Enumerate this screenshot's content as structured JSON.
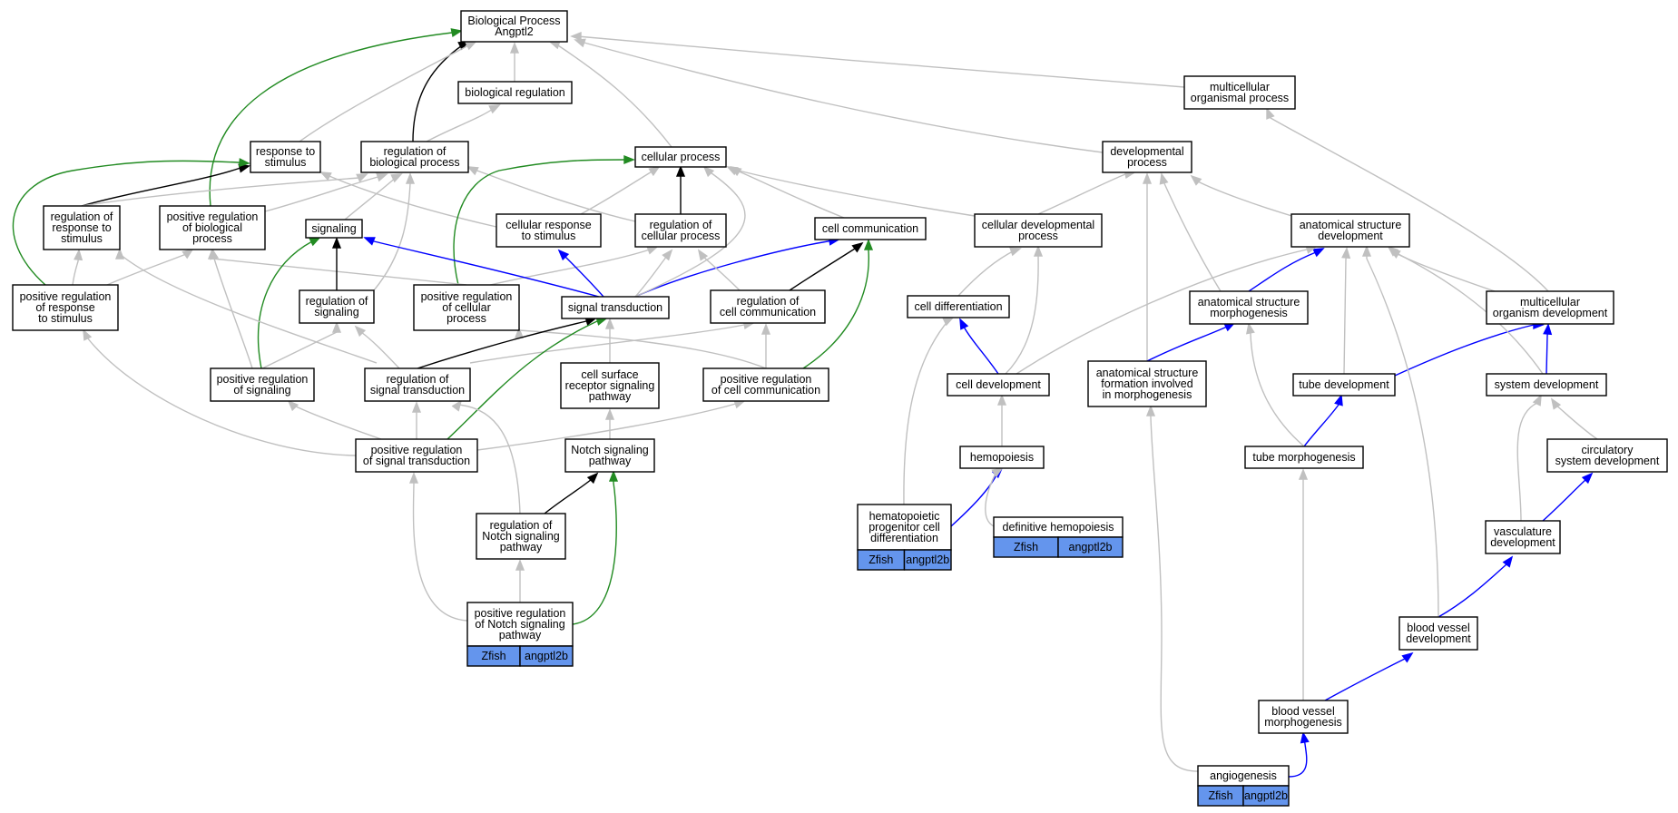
{
  "colors": {
    "is_a": "#c0c0c0",
    "part_of": "#000000",
    "positively_regulates": "#228b22",
    "regulates": "#000000",
    "annotation": "#0000ff",
    "species_cell": "#6495ed"
  },
  "nodes": [
    {
      "id": "bp",
      "lines": [
        "Biological Process",
        "Angptl2"
      ]
    },
    {
      "id": "biolreg",
      "lines": [
        "biological regulation"
      ]
    },
    {
      "id": "multiproc",
      "lines": [
        "multicellular",
        "organismal process"
      ]
    },
    {
      "id": "resp",
      "lines": [
        "response to",
        "stimulus"
      ]
    },
    {
      "id": "regbio",
      "lines": [
        "regulation of",
        "biological process"
      ]
    },
    {
      "id": "cellproc",
      "lines": [
        "cellular process"
      ]
    },
    {
      "id": "devproc",
      "lines": [
        "developmental",
        "process"
      ]
    },
    {
      "id": "regresp",
      "lines": [
        "regulation of",
        "response to",
        "stimulus"
      ]
    },
    {
      "id": "posregbio",
      "lines": [
        "positive regulation",
        "of biological",
        "process"
      ]
    },
    {
      "id": "signaling",
      "lines": [
        "signaling"
      ]
    },
    {
      "id": "cellresp",
      "lines": [
        "cellular response",
        "to stimulus"
      ]
    },
    {
      "id": "regcell",
      "lines": [
        "regulation of",
        "cellular process"
      ]
    },
    {
      "id": "cellcomm",
      "lines": [
        "cell communication"
      ]
    },
    {
      "id": "celldevproc",
      "lines": [
        "cellular developmental",
        "process"
      ]
    },
    {
      "id": "anatdev",
      "lines": [
        "anatomical structure",
        "development"
      ]
    },
    {
      "id": "posregresp",
      "lines": [
        "positive regulation",
        "of response",
        "to stimulus"
      ]
    },
    {
      "id": "regsig",
      "lines": [
        "regulation of",
        "signaling"
      ]
    },
    {
      "id": "posregcell",
      "lines": [
        "positive regulation",
        "of cellular",
        "process"
      ]
    },
    {
      "id": "sigtrans",
      "lines": [
        "signal transduction"
      ]
    },
    {
      "id": "regcellcomm",
      "lines": [
        "regulation of",
        "cell communication"
      ]
    },
    {
      "id": "celldiff",
      "lines": [
        "cell differentiation"
      ]
    },
    {
      "id": "anatmorph",
      "lines": [
        "anatomical structure",
        "morphogenesis"
      ]
    },
    {
      "id": "multidev",
      "lines": [
        "multicellular",
        "organism development"
      ]
    },
    {
      "id": "posregsig",
      "lines": [
        "positive regulation",
        "of signaling"
      ]
    },
    {
      "id": "regsigtrans",
      "lines": [
        "regulation of",
        "signal transduction"
      ]
    },
    {
      "id": "csrsp",
      "lines": [
        "cell surface",
        "receptor signaling",
        "pathway"
      ]
    },
    {
      "id": "posregcellcomm",
      "lines": [
        "positive regulation",
        "of cell communication"
      ]
    },
    {
      "id": "celldev",
      "lines": [
        "cell development"
      ]
    },
    {
      "id": "asfim",
      "lines": [
        "anatomical structure",
        "formation involved",
        "in morphogenesis"
      ]
    },
    {
      "id": "tubedev",
      "lines": [
        "tube development"
      ]
    },
    {
      "id": "sysdev",
      "lines": [
        "system development"
      ]
    },
    {
      "id": "posregsigtrans",
      "lines": [
        "positive regulation",
        "of signal transduction"
      ]
    },
    {
      "id": "notch",
      "lines": [
        "Notch signaling",
        "pathway"
      ]
    },
    {
      "id": "hemo",
      "lines": [
        "hemopoiesis"
      ]
    },
    {
      "id": "tubemorph",
      "lines": [
        "tube morphogenesis"
      ]
    },
    {
      "id": "circsys",
      "lines": [
        "circulatory",
        "system development"
      ]
    },
    {
      "id": "regnotch",
      "lines": [
        "regulation of",
        "Notch signaling",
        "pathway"
      ]
    },
    {
      "id": "hpcd",
      "lines": [
        "hematopoietic",
        "progenitor cell",
        "differentiation"
      ],
      "cells": [
        "Zfish",
        "angptl2b"
      ]
    },
    {
      "id": "defhemo",
      "lines": [
        "definitive hemopoiesis"
      ],
      "cells": [
        "Zfish",
        "angptl2b"
      ]
    },
    {
      "id": "vasc",
      "lines": [
        "vasculature",
        "development"
      ]
    },
    {
      "id": "posregnotch",
      "lines": [
        "positive regulation",
        "of Notch signaling",
        "pathway"
      ],
      "cells": [
        "Zfish",
        "angptl2b"
      ]
    },
    {
      "id": "bvdev",
      "lines": [
        "blood vessel",
        "development"
      ]
    },
    {
      "id": "bvmorph",
      "lines": [
        "blood vessel",
        "morphogenesis"
      ]
    },
    {
      "id": "angio",
      "lines": [
        "angiogenesis"
      ],
      "cells": [
        "Zfish",
        "angptl2b"
      ]
    }
  ],
  "edges": [
    {
      "from": "biolreg",
      "to": "bp",
      "kind": "is_a"
    },
    {
      "from": "regbio",
      "to": "bp",
      "kind": "part_of"
    },
    {
      "from": "resp",
      "to": "bp",
      "kind": "is_a"
    },
    {
      "from": "cellproc",
      "to": "bp",
      "kind": "is_a"
    },
    {
      "from": "multiproc",
      "to": "bp",
      "kind": "is_a"
    },
    {
      "from": "devproc",
      "to": "bp",
      "kind": "is_a"
    },
    {
      "from": "posregbio",
      "to": "bp",
      "kind": "positively_regulates"
    },
    {
      "from": "regbio",
      "to": "biolreg",
      "kind": "is_a"
    },
    {
      "from": "regresp",
      "to": "resp",
      "kind": "regulates"
    },
    {
      "from": "regresp",
      "to": "regbio",
      "kind": "is_a"
    },
    {
      "from": "posregresp",
      "to": "resp",
      "kind": "positively_regulates"
    },
    {
      "from": "posregresp",
      "to": "regresp",
      "kind": "is_a"
    },
    {
      "from": "posregresp",
      "to": "posregbio",
      "kind": "is_a"
    },
    {
      "from": "posregbio",
      "to": "regbio",
      "kind": "is_a"
    },
    {
      "from": "cellresp",
      "to": "resp",
      "kind": "is_a"
    },
    {
      "from": "cellresp",
      "to": "cellproc",
      "kind": "is_a"
    },
    {
      "from": "regcell",
      "to": "cellproc",
      "kind": "part_of"
    },
    {
      "from": "regcell",
      "to": "regbio",
      "kind": "is_a"
    },
    {
      "from": "cellcomm",
      "to": "cellproc",
      "kind": "is_a"
    },
    {
      "from": "posregcell",
      "to": "cellproc",
      "kind": "positively_regulates"
    },
    {
      "from": "posregcell",
      "to": "posregbio",
      "kind": "is_a"
    },
    {
      "from": "posregcell",
      "to": "regcell",
      "kind": "is_a"
    },
    {
      "from": "signaling",
      "to": "regbio",
      "kind": "is_a"
    },
    {
      "from": "regsig",
      "to": "signaling",
      "kind": "regulates"
    },
    {
      "from": "regsig",
      "to": "regbio",
      "kind": "is_a"
    },
    {
      "from": "posregsig",
      "to": "signaling",
      "kind": "positively_regulates"
    },
    {
      "from": "posregsig",
      "to": "regsig",
      "kind": "is_a"
    },
    {
      "from": "posregsig",
      "to": "posregbio",
      "kind": "is_a"
    },
    {
      "from": "sigtrans",
      "to": "signaling",
      "kind": "annotation"
    },
    {
      "from": "sigtrans",
      "to": "cellresp",
      "kind": "annotation"
    },
    {
      "from": "sigtrans",
      "to": "cellcomm",
      "kind": "annotation"
    },
    {
      "from": "sigtrans",
      "to": "regcell",
      "kind": "is_a"
    },
    {
      "from": "sigtrans",
      "to": "cellproc",
      "kind": "is_a"
    },
    {
      "from": "regcellcomm",
      "to": "cellcomm",
      "kind": "regulates"
    },
    {
      "from": "regcellcomm",
      "to": "regcell",
      "kind": "is_a"
    },
    {
      "from": "posregcellcomm",
      "to": "cellcomm",
      "kind": "positively_regulates"
    },
    {
      "from": "posregcellcomm",
      "to": "regcellcomm",
      "kind": "is_a"
    },
    {
      "from": "posregcellcomm",
      "to": "posregcell",
      "kind": "is_a"
    },
    {
      "from": "regsigtrans",
      "to": "sigtrans",
      "kind": "regulates"
    },
    {
      "from": "regsigtrans",
      "to": "regsig",
      "kind": "is_a"
    },
    {
      "from": "regsigtrans",
      "to": "regresp",
      "kind": "is_a"
    },
    {
      "from": "regsigtrans",
      "to": "regcellcomm",
      "kind": "is_a"
    },
    {
      "from": "posregsigtrans",
      "to": "sigtrans",
      "kind": "positively_regulates"
    },
    {
      "from": "posregsigtrans",
      "to": "regsigtrans",
      "kind": "is_a"
    },
    {
      "from": "posregsigtrans",
      "to": "posregsig",
      "kind": "is_a"
    },
    {
      "from": "posregsigtrans",
      "to": "posregresp",
      "kind": "is_a"
    },
    {
      "from": "posregsigtrans",
      "to": "posregcellcomm",
      "kind": "is_a"
    },
    {
      "from": "csrsp",
      "to": "sigtrans",
      "kind": "is_a"
    },
    {
      "from": "notch",
      "to": "csrsp",
      "kind": "is_a"
    },
    {
      "from": "regnotch",
      "to": "notch",
      "kind": "regulates"
    },
    {
      "from": "regnotch",
      "to": "regsigtrans",
      "kind": "is_a"
    },
    {
      "from": "posregnotch",
      "to": "regnotch",
      "kind": "is_a"
    },
    {
      "from": "posregnotch",
      "to": "notch",
      "kind": "positively_regulates"
    },
    {
      "from": "posregnotch",
      "to": "posregsigtrans",
      "kind": "is_a"
    },
    {
      "from": "celldevproc",
      "to": "cellproc",
      "kind": "is_a"
    },
    {
      "from": "celldevproc",
      "to": "devproc",
      "kind": "is_a"
    },
    {
      "from": "anatdev",
      "to": "devproc",
      "kind": "is_a"
    },
    {
      "from": "anatmorph",
      "to": "devproc",
      "kind": "is_a"
    },
    {
      "from": "asfim",
      "to": "devproc",
      "kind": "is_a"
    },
    {
      "from": "multidev",
      "to": "multiproc",
      "kind": "is_a"
    },
    {
      "from": "multidev",
      "to": "anatdev",
      "kind": "is_a"
    },
    {
      "from": "anatmorph",
      "to": "anatdev",
      "kind": "annotation"
    },
    {
      "from": "celldiff",
      "to": "celldevproc",
      "kind": "is_a"
    },
    {
      "from": "celldev",
      "to": "celldiff",
      "kind": "annotation"
    },
    {
      "from": "celldev",
      "to": "celldevproc",
      "kind": "is_a"
    },
    {
      "from": "celldev",
      "to": "anatdev",
      "kind": "is_a"
    },
    {
      "from": "tubedev",
      "to": "anatdev",
      "kind": "is_a"
    },
    {
      "from": "tubedev",
      "to": "multidev",
      "kind": "annotation"
    },
    {
      "from": "sysdev",
      "to": "multidev",
      "kind": "annotation"
    },
    {
      "from": "sysdev",
      "to": "anatdev",
      "kind": "is_a"
    },
    {
      "from": "asfim",
      "to": "anatmorph",
      "kind": "annotation"
    },
    {
      "from": "tubemorph",
      "to": "tubedev",
      "kind": "annotation"
    },
    {
      "from": "tubemorph",
      "to": "anatmorph",
      "kind": "is_a"
    },
    {
      "from": "hemo",
      "to": "celldev",
      "kind": "is_a"
    },
    {
      "from": "hpcd",
      "to": "celldiff",
      "kind": "is_a"
    },
    {
      "from": "hpcd",
      "to": "hemo",
      "kind": "annotation"
    },
    {
      "from": "defhemo",
      "to": "hemo",
      "kind": "is_a"
    },
    {
      "from": "circsys",
      "to": "sysdev",
      "kind": "is_a"
    },
    {
      "from": "vasc",
      "to": "circsys",
      "kind": "annotation"
    },
    {
      "from": "vasc",
      "to": "sysdev",
      "kind": "is_a"
    },
    {
      "from": "bvdev",
      "to": "vasc",
      "kind": "annotation"
    },
    {
      "from": "bvdev",
      "to": "anatdev",
      "kind": "is_a"
    },
    {
      "from": "bvmorph",
      "to": "bvdev",
      "kind": "annotation"
    },
    {
      "from": "bvmorph",
      "to": "tubemorph",
      "kind": "is_a"
    },
    {
      "from": "angio",
      "to": "bvmorph",
      "kind": "annotation"
    },
    {
      "from": "angio",
      "to": "asfim",
      "kind": "is_a"
    }
  ]
}
